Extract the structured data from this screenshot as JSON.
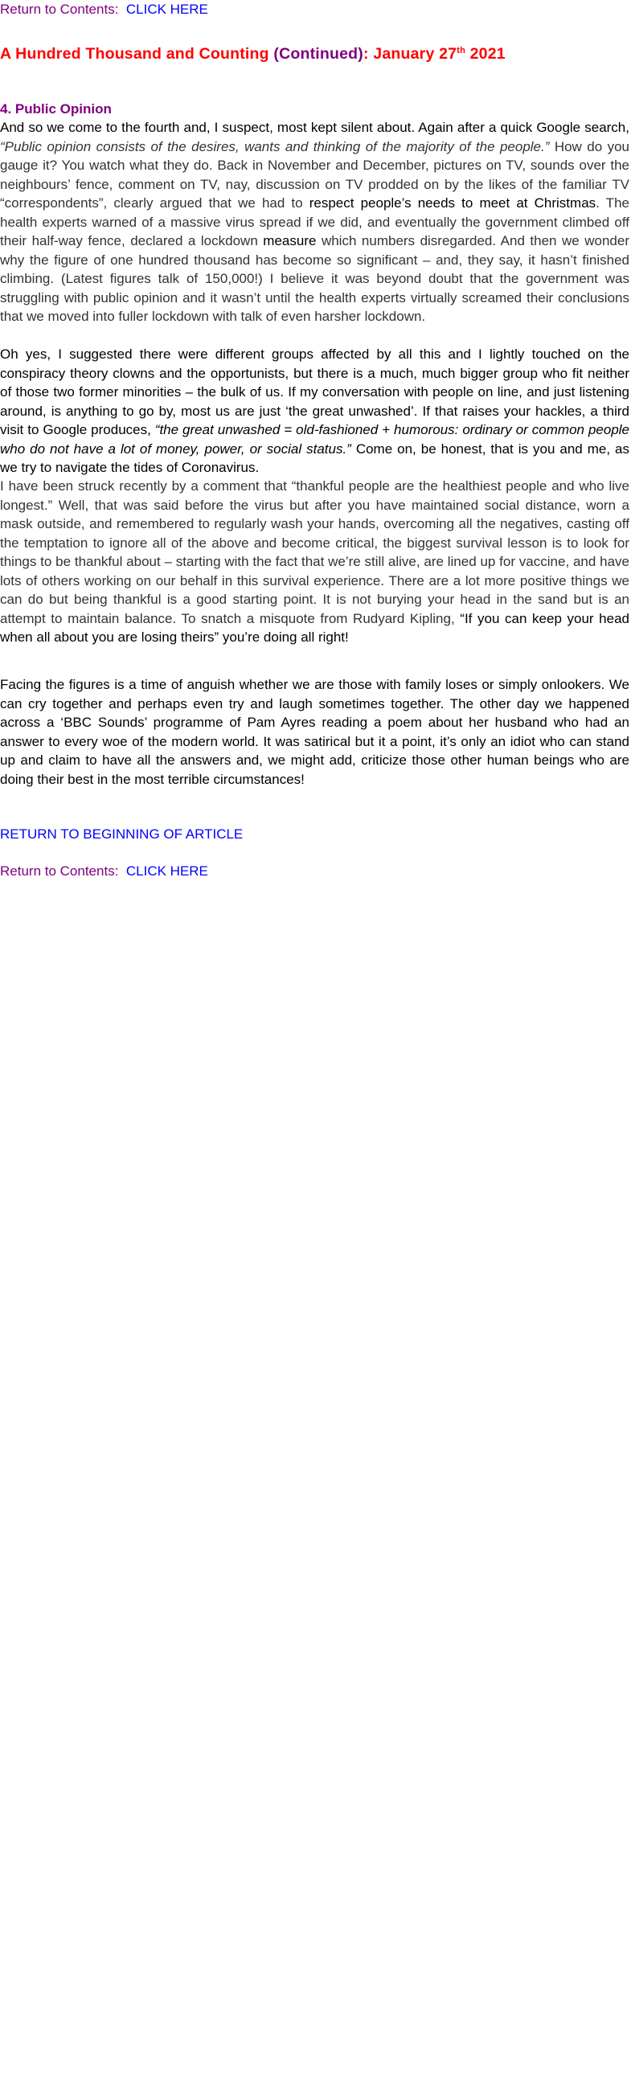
{
  "nav": {
    "return_label": "Return to Contents:",
    "click_here": "CLICK HERE"
  },
  "article": {
    "title_part1": "A Hundred Thousand and Counting ",
    "title_part2": "(Continued)",
    "title_part3": ": January 27",
    "title_sup": "th",
    "title_part4": " 2021",
    "section_heading": "4. Public Opinion",
    "p1": {
      "a": "And so we come to the fourth and, I suspect, most kept silent about.  Again after a quick Google search, ",
      "quote": "“Public opinion consists of the desires, wants and thinking of the majority of the people.”",
      "b": " How do you gauge it? You watch what they do. Back in November and December, pictures on TV, sounds over the neighbours’ fence, comment on TV, nay, discussion on TV prodded on by the likes of the familiar TV “correspondents”, clearly argued that we had to ",
      "c": "respect people’s needs to meet at Christmas",
      "d": ". The health experts warned of a massive virus spread if we did, and eventually the government climbed off their half-way fence, declared a lockdown ",
      "e": "measure",
      "f": " which numbers disregarded. And then we wonder why the figure of one hundred thousand has become so significant – and, they say, it hasn’t finished climbing. (Latest figures talk of 150,000!) I believe it was beyond doubt that the government was struggling with public opinion and it wasn’t until the health experts virtually screamed their conclusions that we moved into fuller lockdown with talk of even harsher lockdown."
    },
    "p2": {
      "a": "Oh yes, I suggested there were different groups affected by all this and I lightly touched on the conspiracy theory clowns and the opportunists, but there is a much, much bigger group who fit neither of those two former minorities – the bulk of us. If my conversation with people on line, and just listening around, is anything to go by, most us are just ‘the great unwashed’.  If that raises your hackles, a third visit to Google produces, ",
      "quote": "“the great unwashed = old-fashioned + humorous: ordinary or common people who do not have a lot of money, power, or social status.”",
      "b": " Come on, be honest, that is you and me, as we try to navigate the tides of Coronavirus."
    },
    "p3": {
      "a": "I have been struck recently by a comment that “thankful people are the healthiest people and who live longest.” Well, that was said before the virus but after you have maintained social distance, worn a mask outside, and remembered to regularly wash your hands, overcoming all the negatives, casting off the temptation to ignore all of the above and become critical, the biggest survival lesson is to look for things to be thankful about – starting with the fact that we’re still alive, are lined up for vaccine, and have lots of others working on our behalf in this survival experience. There are a lot more positive things we can do but being thankful is a good starting point.  It is not burying your head in the sand but is an attempt to maintain balance. To snatch a misquote from Rudyard Kipling, ",
      "b": "“If you can keep your head when all about you are losing theirs” you’re doing all right!"
    },
    "p4": "Facing the figures is a time of anguish whether we are those with family loses or simply onlookers. We can cry together and perhaps even try and laugh sometimes together. The other day we happened across a ‘BBC Sounds’ programme of Pam Ayres reading a poem about her husband who had an answer to every woe of the modern world. It was satirical but it a point, it’s only an idiot who can stand up and claim to have all the answers and, we might add, criticize those other human beings who are doing their best in the most terrible circumstances!"
  },
  "return_to_beginning": "RETURN TO BEGINNING OF ARTICLE",
  "colors": {
    "title_red": "#ff0000",
    "purple": "#800080",
    "link_blue": "#0000ff",
    "body_text": "#000000",
    "grey_text": "#333333"
  }
}
